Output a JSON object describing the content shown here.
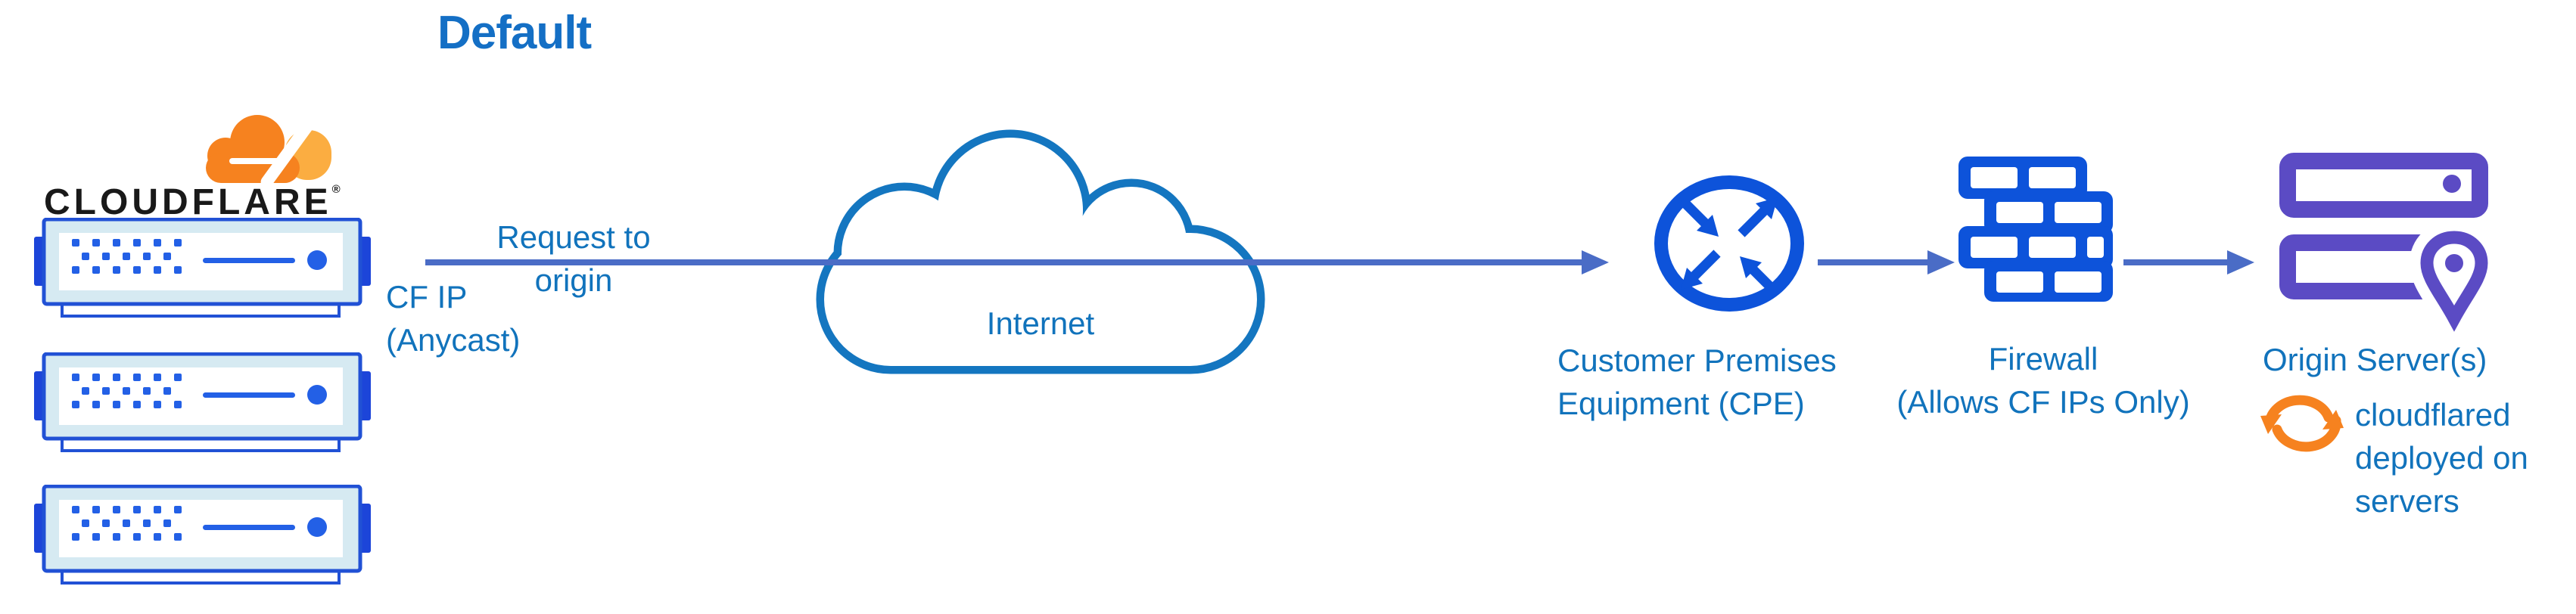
{
  "title": "Default",
  "colors": {
    "title_blue": "#146FC5",
    "label_blue": "#1173BC",
    "arrow_blue": "#4A6CC6",
    "icon_blue": "#0D53DA",
    "server_border": "#2151D5",
    "server_tab": "#1C45D9",
    "server_fill": "#D6EAF2",
    "server_detail": "#2360E6",
    "cloud_stroke": "#1476C0",
    "purple": "#5B4BC4",
    "orange": "#F6821F",
    "orange_light": "#FBAD41",
    "wordmark_dark": "#191919"
  },
  "cloudflare": {
    "wordmark": "CLOUDFLARE",
    "registered": "®"
  },
  "labels": {
    "request": "Request to origin",
    "cf_ip": "CF IP\n(Anycast)",
    "internet": "Internet",
    "cpe": "Customer Premises\nEquipment (CPE)",
    "firewall": "Firewall\n(Allows CF IPs Only)",
    "origin": "Origin Server(s)",
    "cloudflared_note": "cloudflared deployed on servers"
  },
  "icons": {
    "cloudflare_logo": "orange-cloud-logo",
    "edge_server": "rack-server (x3)",
    "internet": "cloud-outline",
    "cpe": "router-circle-with-arrows",
    "firewall": "brick-wall",
    "origin": "stacked-servers-with-location-pin",
    "cloudflared": "sync-refresh-arrows"
  }
}
